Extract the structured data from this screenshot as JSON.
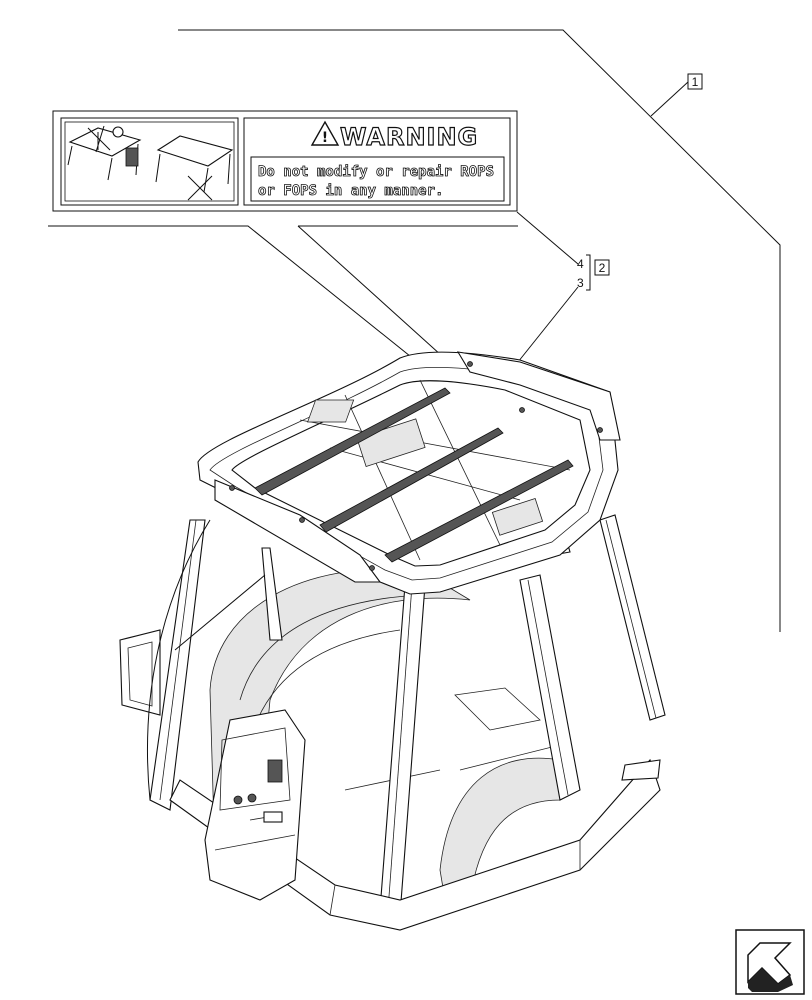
{
  "callouts": [
    {
      "id": "1",
      "boxed": true
    },
    {
      "id": "2",
      "boxed": true
    },
    {
      "id": "3",
      "boxed": false
    },
    {
      "id": "4",
      "boxed": false
    }
  ],
  "decal": {
    "title": "WARNING",
    "line1": "Do not modify or repair ROPS",
    "line2": "or FOPS in any manner."
  },
  "nav_icon": "next-page-arrow-icon"
}
